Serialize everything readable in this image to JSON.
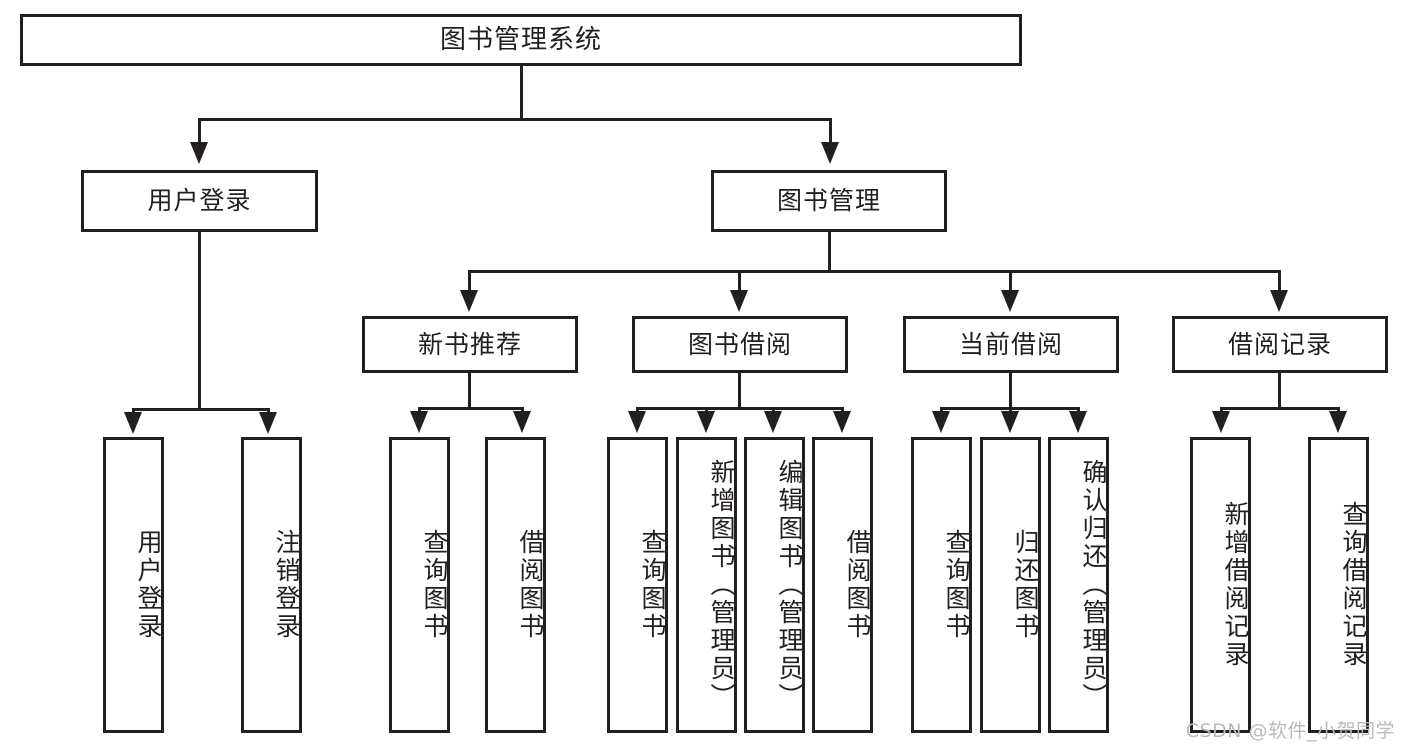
{
  "diagram": {
    "type": "tree-hierarchy",
    "title": "图书管理系统",
    "watermark": "CSDN @软件_小贺同学",
    "colors": {
      "stroke": "#231f20",
      "background": "#ffffff",
      "watermark": "#b9b9b9"
    },
    "root": {
      "label": "图书管理系统"
    },
    "level2": [
      {
        "id": "user-login",
        "label": "用户登录"
      },
      {
        "id": "book-manage",
        "label": "图书管理"
      }
    ],
    "level3": [
      {
        "id": "new-book-recommend",
        "label": "新书推荐"
      },
      {
        "id": "book-borrow",
        "label": "图书借阅"
      },
      {
        "id": "current-borrow",
        "label": "当前借阅"
      },
      {
        "id": "borrow-record",
        "label": "借阅记录"
      }
    ],
    "leaves": {
      "user_login": [
        {
          "id": "leaf-user-login",
          "label": "用户登录"
        },
        {
          "id": "leaf-logout",
          "label": "注销登录"
        }
      ],
      "new_book_recommend": [
        {
          "id": "leaf-query-book-1",
          "label": "查询图书"
        },
        {
          "id": "leaf-borrow-book-1",
          "label": "借阅图书"
        }
      ],
      "book_borrow": [
        {
          "id": "leaf-query-book-2",
          "label": "查询图书"
        },
        {
          "id": "leaf-add-book",
          "label": "新增图书（管理员）"
        },
        {
          "id": "leaf-edit-book",
          "label": "编辑图书（管理员）"
        },
        {
          "id": "leaf-borrow-book-2",
          "label": "借阅图书"
        }
      ],
      "current_borrow": [
        {
          "id": "leaf-query-book-3",
          "label": "查询图书"
        },
        {
          "id": "leaf-return-book",
          "label": "归还图书"
        },
        {
          "id": "leaf-confirm-return",
          "label": "确认归还（管理员）"
        }
      ],
      "borrow_record": [
        {
          "id": "leaf-add-record",
          "label": "新增借阅记录"
        },
        {
          "id": "leaf-query-record",
          "label": "查询借阅记录"
        }
      ]
    }
  }
}
